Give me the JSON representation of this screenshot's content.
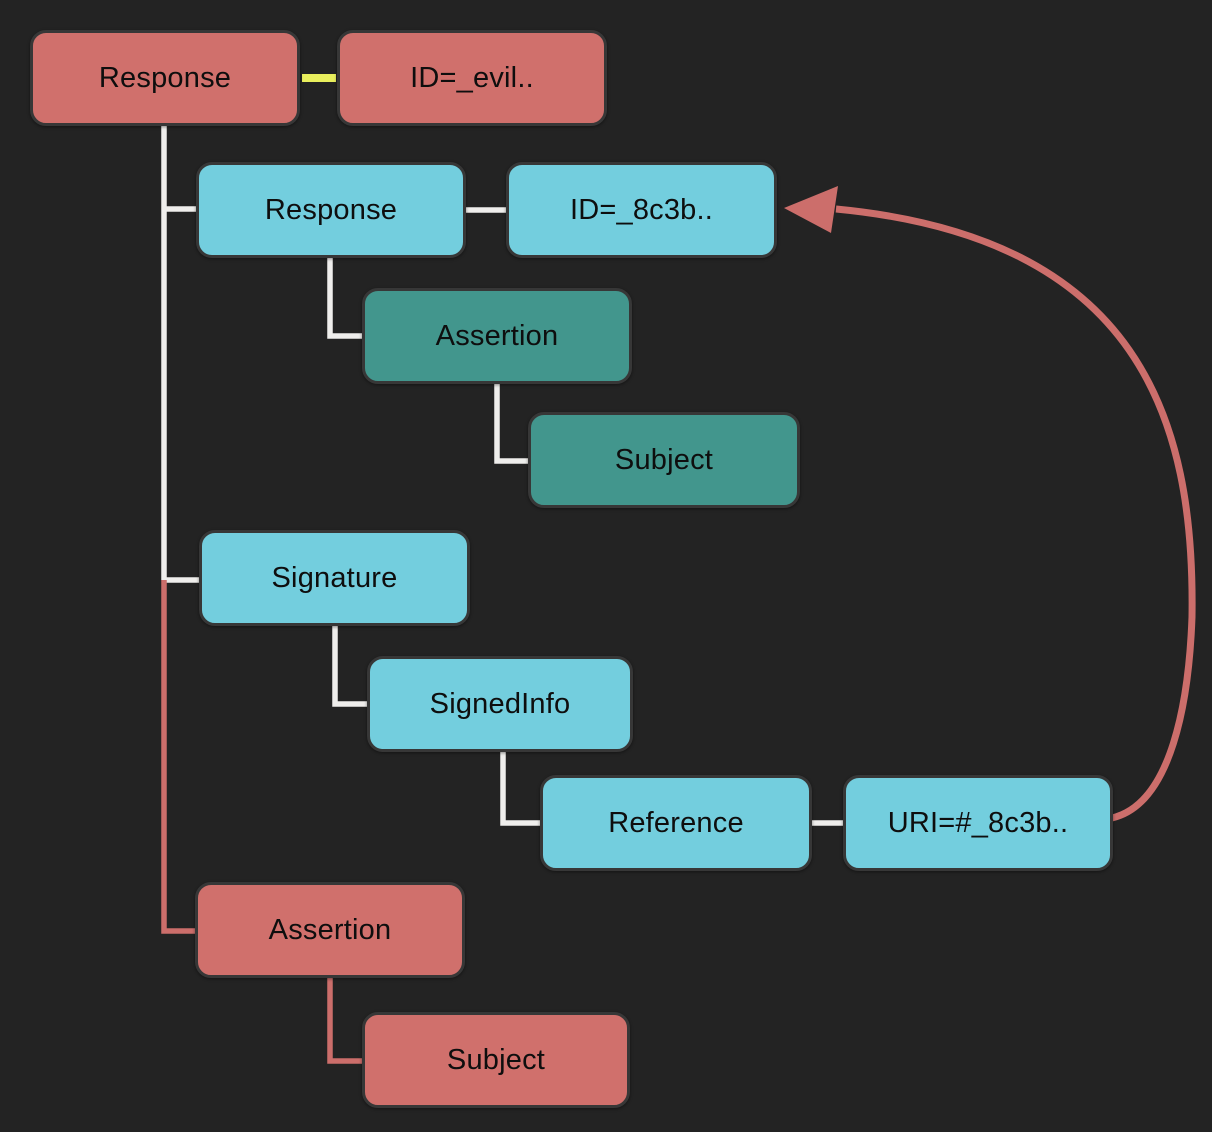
{
  "diagram": {
    "description_colors": {
      "background": "#232323",
      "node_red": "#d0706c",
      "node_cyan": "#73cede",
      "node_teal": "#42968d",
      "connector_white": "#efeeec",
      "connector_red": "#cc6e6b",
      "connector_yellow": "#e9ef5d",
      "node_border": "#373737",
      "text": "#0e0e0e"
    },
    "nodes": [
      {
        "id": "root-response",
        "label": "Response",
        "variant": "red"
      },
      {
        "id": "root-response-id",
        "label": "ID=_evil..",
        "variant": "red"
      },
      {
        "id": "inner-response",
        "label": "Response",
        "variant": "cyan"
      },
      {
        "id": "inner-response-id",
        "label": "ID=_8c3b..",
        "variant": "cyan"
      },
      {
        "id": "inner-assertion",
        "label": "Assertion",
        "variant": "teal"
      },
      {
        "id": "inner-subject",
        "label": "Subject",
        "variant": "teal"
      },
      {
        "id": "signature",
        "label": "Signature",
        "variant": "cyan"
      },
      {
        "id": "signedinfo",
        "label": "SignedInfo",
        "variant": "cyan"
      },
      {
        "id": "reference",
        "label": "Reference",
        "variant": "cyan"
      },
      {
        "id": "reference-uri",
        "label": "URI=#_8c3b..",
        "variant": "cyan"
      },
      {
        "id": "evil-assertion",
        "label": "Assertion",
        "variant": "red"
      },
      {
        "id": "evil-subject",
        "label": "Subject",
        "variant": "red"
      }
    ],
    "edges": [
      {
        "from": "root-response",
        "to": "root-response-id",
        "color": "yellow",
        "kind": "attribute-link"
      },
      {
        "from": "root-response",
        "to": "inner-response",
        "color": "white",
        "kind": "tree-branch"
      },
      {
        "from": "inner-response",
        "to": "inner-response-id",
        "color": "white",
        "kind": "attribute-link"
      },
      {
        "from": "inner-response",
        "to": "inner-assertion",
        "color": "white",
        "kind": "tree-branch"
      },
      {
        "from": "inner-assertion",
        "to": "inner-subject",
        "color": "white",
        "kind": "tree-branch"
      },
      {
        "from": "root-response",
        "to": "signature",
        "color": "white",
        "kind": "tree-branch"
      },
      {
        "from": "signature",
        "to": "signedinfo",
        "color": "white",
        "kind": "tree-branch"
      },
      {
        "from": "signedinfo",
        "to": "reference",
        "color": "white",
        "kind": "tree-branch"
      },
      {
        "from": "reference",
        "to": "reference-uri",
        "color": "white",
        "kind": "attribute-link"
      },
      {
        "from": "root-response",
        "to": "evil-assertion",
        "color": "red",
        "kind": "tree-branch"
      },
      {
        "from": "evil-assertion",
        "to": "evil-subject",
        "color": "red",
        "kind": "tree-branch"
      },
      {
        "from": "reference-uri",
        "to": "inner-response-id",
        "color": "red",
        "kind": "curved-arrow"
      }
    ]
  }
}
